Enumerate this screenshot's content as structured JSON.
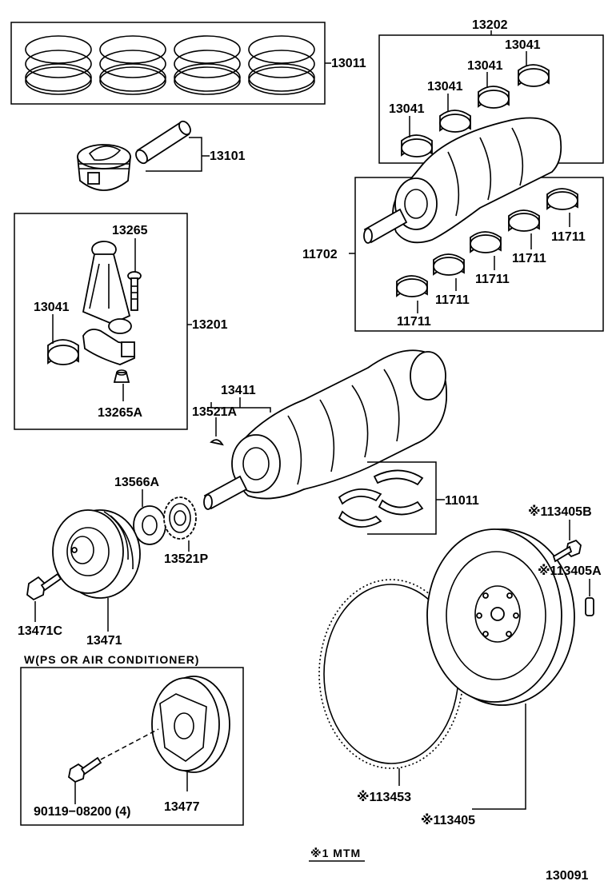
{
  "parts": {
    "piston_ring_set": "13011",
    "piston": "13101",
    "crank_bearing_set": "13202",
    "bearing_13041": "13041",
    "crankshaft_assy": "11702",
    "bearing_11711": "11711",
    "conrod_bolt": "13265",
    "conrod_assy": "13201",
    "conrod_nut": "13265A",
    "crankshaft": "13411",
    "key": "13521A",
    "thrust_washer": "11011",
    "pulley_washer": "13566A",
    "timing_gear": "13521P",
    "pulley_bolt": "13471C",
    "pulley": "13471",
    "flywheel_bolt": "※113405B",
    "flywheel_pin": "※113405A",
    "ring_gear": "※113453",
    "flywheel": "※113405",
    "ps_pulley": "13477",
    "ps_bolt": "90119−08200 (4)"
  },
  "notes": {
    "ps_caption": "W(PS OR AIR CONDITIONER)",
    "mtm_note": "※1 MTM",
    "diagram_number": "130091"
  }
}
